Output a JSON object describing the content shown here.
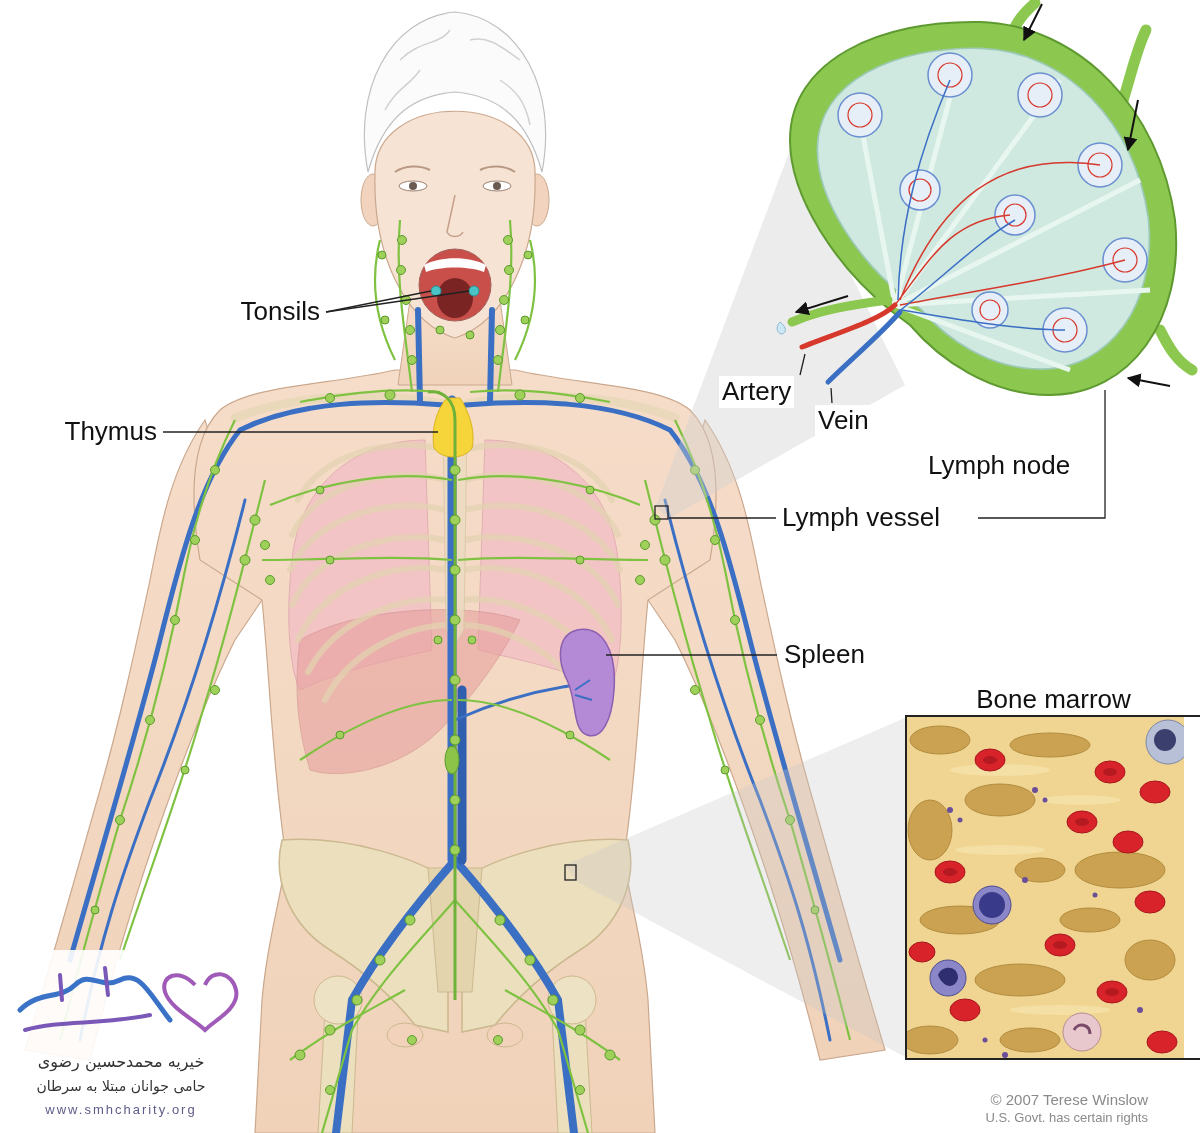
{
  "diagram": {
    "nodes": [
      {
        "text": [
          "Bone marrow"
        ]
      }
    ],
    "labels": [
      "Tonsils",
      "Artery",
      "Vein",
      "Thymus",
      "Lymph node",
      "Lymph vessel",
      "Spleen",
      "خیریه محمدحسین رضوی",
      "حامی جوانان مبتلا به سرطان",
      "www.smhcharity.org",
      "© 2007 Terese Winslow",
      "U.S. Govt. has certain rights"
    ]
  }
}
